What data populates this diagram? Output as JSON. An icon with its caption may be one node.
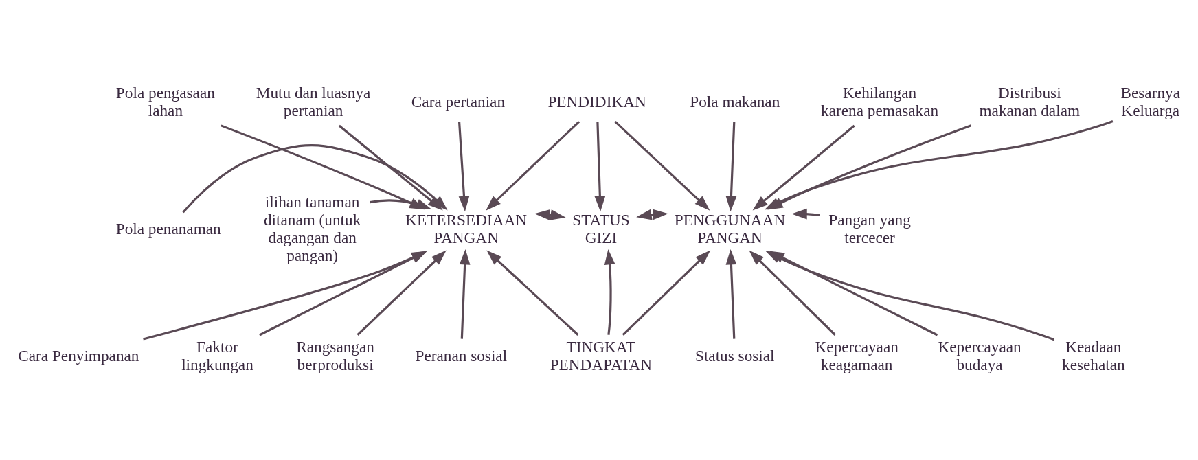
{
  "diagram": {
    "nodes": [
      {
        "text": [
          "KETERSEDIAAN PANGAN"
        ]
      },
      {
        "text": [
          "STATUS GIZI"
        ]
      },
      {
        "text": [
          "PENGGUNAAN PANGAN"
        ]
      },
      {
        "text": [
          "PENDIDIKAN"
        ]
      },
      {
        "text": [
          "TINGKAT PENDAPATAN"
        ]
      },
      {
        "text": [
          "Pola penanaman"
        ]
      },
      {
        "text": [
          "Pola pengasaan lahan"
        ]
      },
      {
        "text": [
          "Mutu dan luasnya pertanian"
        ]
      },
      {
        "text": [
          "Cara pertanian"
        ]
      },
      {
        "text": [
          "ilihan tanaman ditanam (untuk dagangan dan pangan)"
        ]
      },
      {
        "text": [
          "Cara Penyimpanan"
        ]
      },
      {
        "text": [
          "Faktor lingkungan"
        ]
      },
      {
        "text": [
          "Rangsangan berproduksi"
        ]
      },
      {
        "text": [
          "Peranan sosial"
        ]
      },
      {
        "text": [
          "Pola makanan"
        ]
      },
      {
        "text": [
          "Kehilangan karena pemasakan"
        ]
      },
      {
        "text": [
          "Distribusi makanan dalam"
        ]
      },
      {
        "text": [
          "Besarnya Keluarga"
        ]
      },
      {
        "text": [
          "Pangan yang tercecer"
        ]
      },
      {
        "text": [
          "Keadaan kesehatan"
        ]
      },
      {
        "text": [
          "Kepercayaan budaya"
        ]
      },
      {
        "text": [
          "Kepercayaan keagamaan"
        ]
      },
      {
        "text": [
          "Status sosial"
        ]
      }
    ],
    "edges": [
      {
        "from": 5,
        "to": 0,
        "arrow": "to"
      },
      {
        "from": 6,
        "to": 0,
        "arrow": "to"
      },
      {
        "from": 7,
        "to": 0,
        "arrow": "to"
      },
      {
        "from": 8,
        "to": 0,
        "arrow": "to"
      },
      {
        "from": 3,
        "to": 0,
        "arrow": "to"
      },
      {
        "from": 3,
        "to": 1,
        "arrow": "to"
      },
      {
        "from": 3,
        "to": 2,
        "arrow": "to"
      },
      {
        "from": 14,
        "to": 2,
        "arrow": "to"
      },
      {
        "from": 15,
        "to": 2,
        "arrow": "to"
      },
      {
        "from": 16,
        "to": 2,
        "arrow": "to"
      },
      {
        "from": 17,
        "to": 2,
        "arrow": "to"
      },
      {
        "from": 9,
        "to": 0,
        "arrow": "to"
      },
      {
        "from": 0,
        "to": 1,
        "arrow": "both"
      },
      {
        "from": 1,
        "to": 2,
        "arrow": "both"
      },
      {
        "from": 18,
        "to": 2,
        "arrow": "to"
      },
      {
        "from": 10,
        "to": 0,
        "arrow": "to"
      },
      {
        "from": 11,
        "to": 0,
        "arrow": "to"
      },
      {
        "from": 12,
        "to": 0,
        "arrow": "to"
      },
      {
        "from": 13,
        "to": 0,
        "arrow": "to"
      },
      {
        "from": 4,
        "to": 0,
        "arrow": "to"
      },
      {
        "from": 4,
        "to": 1,
        "arrow": "to"
      },
      {
        "from": 4,
        "to": 2,
        "arrow": "to"
      },
      {
        "from": 22,
        "to": 2,
        "arrow": "to"
      },
      {
        "from": 21,
        "to": 2,
        "arrow": "to"
      },
      {
        "from": 20,
        "to": 2,
        "arrow": "to"
      },
      {
        "from": 19,
        "to": 2,
        "arrow": "to"
      }
    ]
  }
}
